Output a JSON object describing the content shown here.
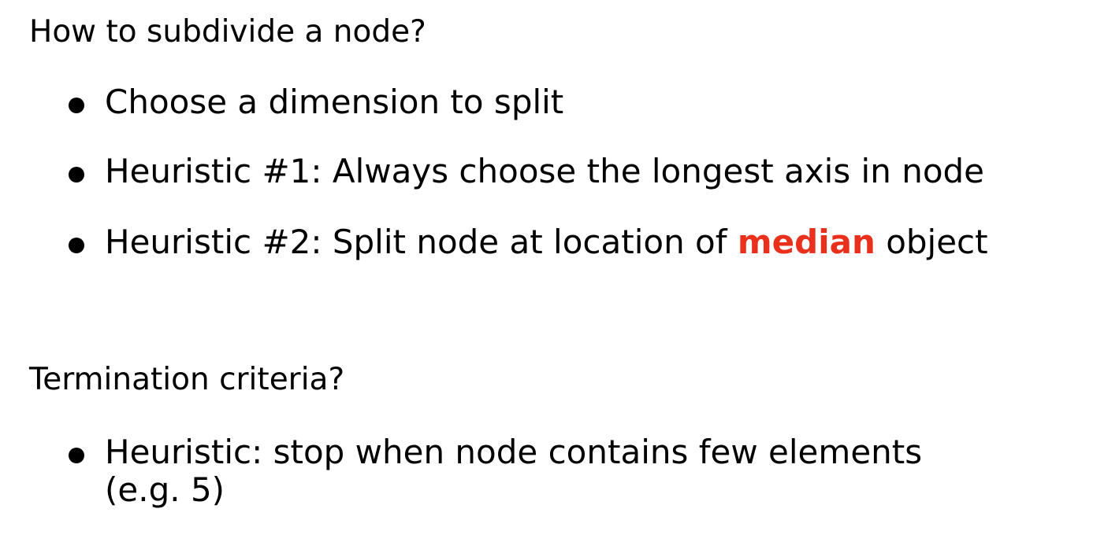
{
  "section1": {
    "heading": "How to subdivide a node?",
    "bullets": [
      {
        "text": "Choose a dimension to split"
      },
      {
        "text": "Heuristic #1: Always choose the longest axis in node"
      },
      {
        "before": "Heuristic #2: Split node at location of ",
        "highlight": "median",
        "after": " object"
      }
    ]
  },
  "section2": {
    "heading": "Termination criteria?",
    "bullets": [
      {
        "line1": "Heuristic: stop when node contains few elements",
        "line2": "(e.g. 5)"
      }
    ]
  },
  "colors": {
    "text": "#000000",
    "highlight": "#e8301c",
    "background": "#ffffff"
  }
}
